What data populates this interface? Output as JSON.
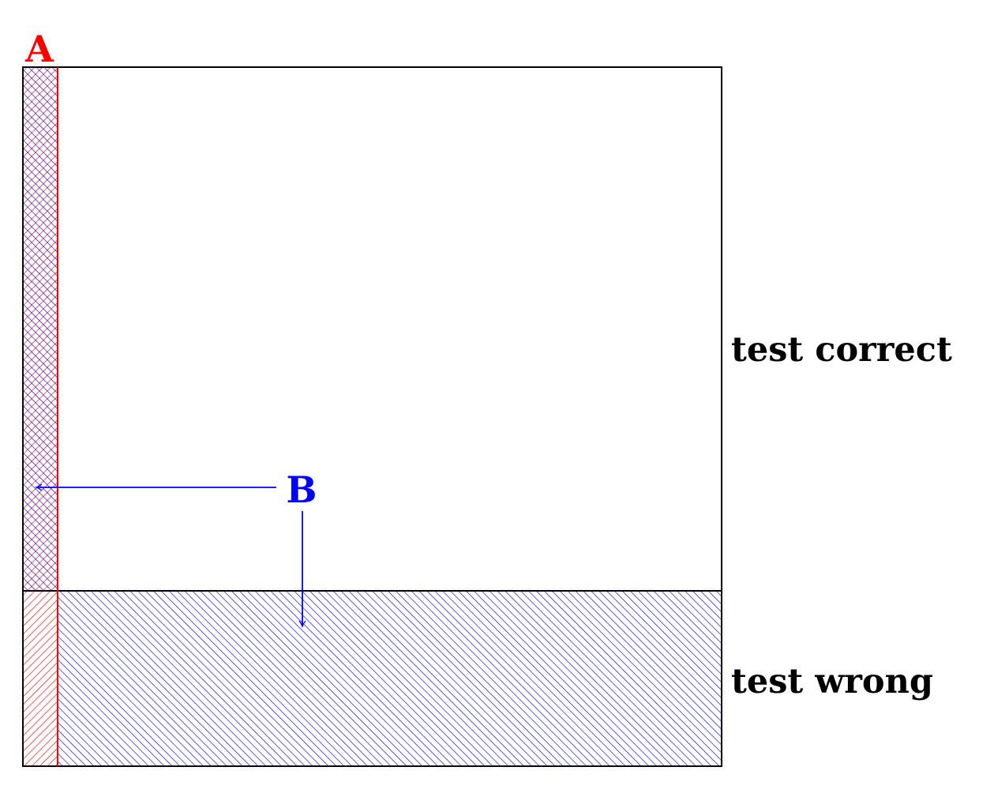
{
  "labels": {
    "a": "A",
    "b": "B",
    "test_correct": "test correct",
    "test_wrong": "test wrong"
  },
  "colors": {
    "a": "#ff0000",
    "b": "#0000ff",
    "frame": "#000000"
  }
}
